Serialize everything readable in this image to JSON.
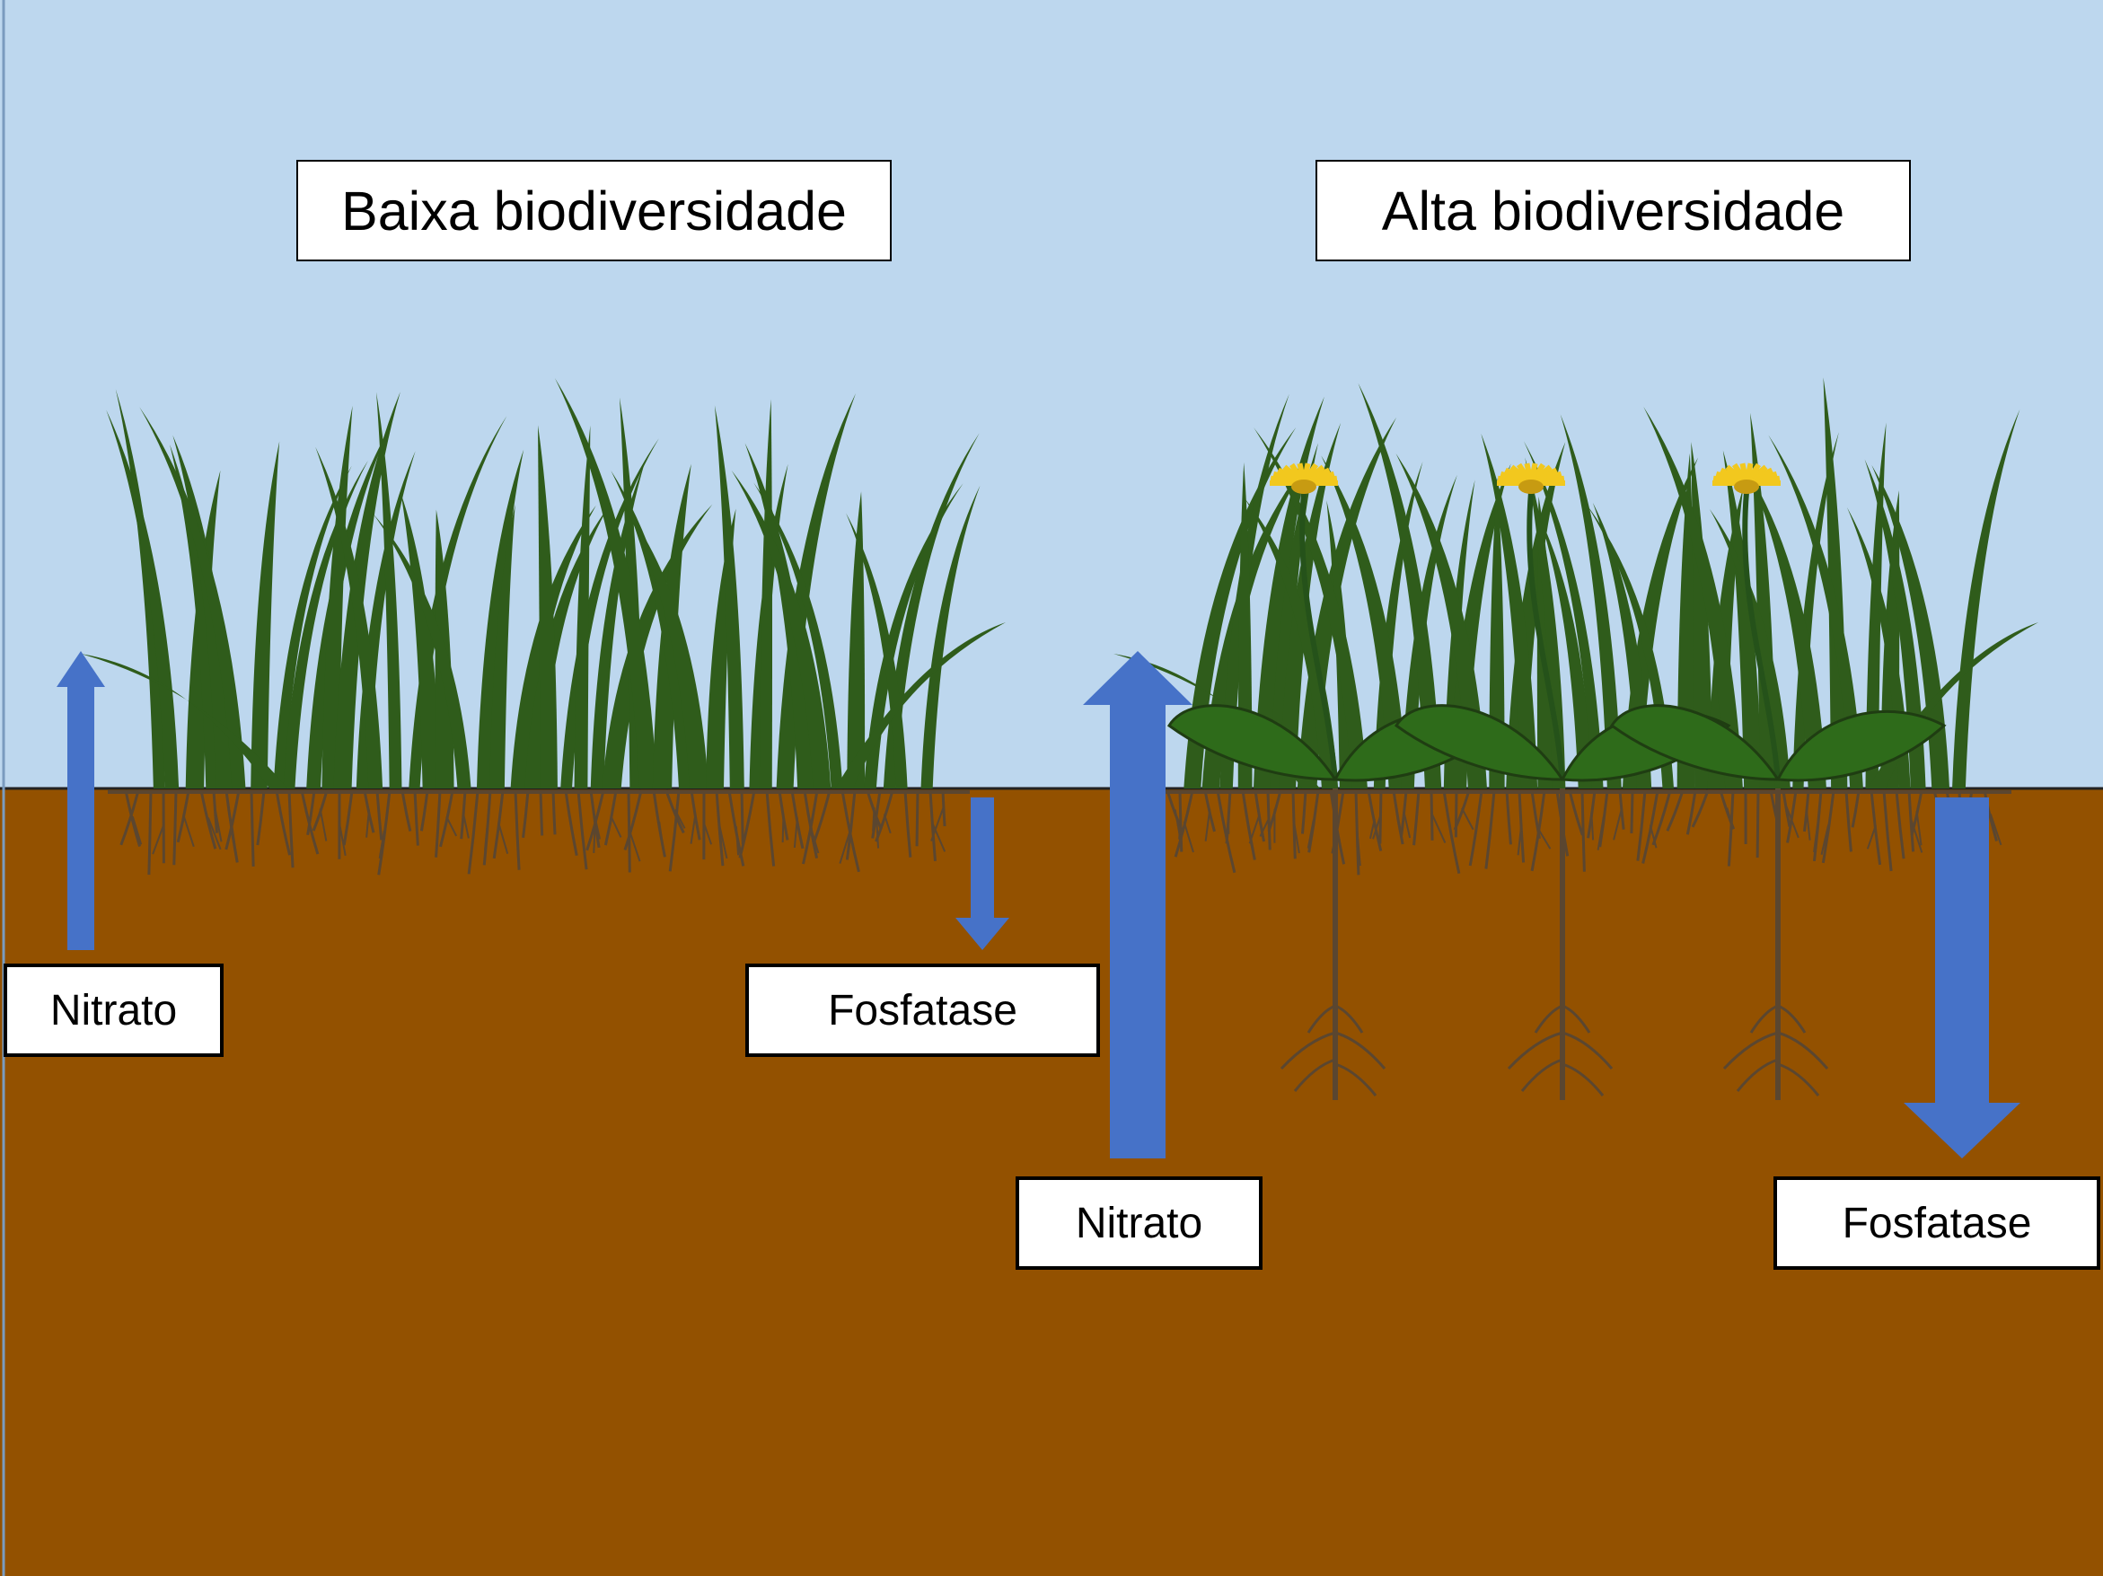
{
  "left_panel": {
    "title": "Baixa biodiversidade",
    "nitrate_label": "Nitrato",
    "phosphatase_label": "Fosfatase"
  },
  "right_panel": {
    "title": "Alta biodiversidade",
    "nitrate_label": "Nitrato",
    "phosphatase_label": "Fosfatase"
  },
  "colors": {
    "sky": "#bdd7ee",
    "soil": "#935100",
    "grass": "#2f5c1b",
    "leaf": "#2e6b1a",
    "root": "#5a4630",
    "arrow": "#4672c8",
    "flower": "#f2c81e"
  },
  "icons": {
    "grass": "grass-clump-icon",
    "forb": "flowering-forb-icon",
    "root": "root-system-icon",
    "arrow": "flux-arrow-icon"
  }
}
